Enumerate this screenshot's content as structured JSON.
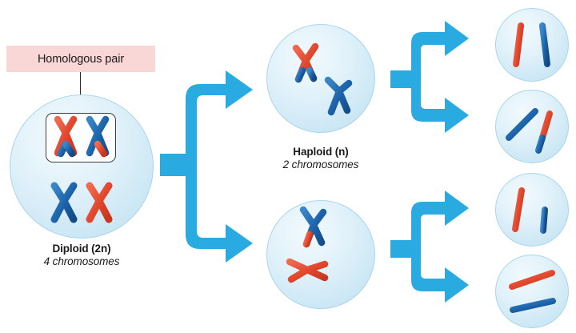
{
  "diagram": {
    "title": "Meiosis: diploid cell producing four haploid gamete cells",
    "colors": {
      "arrow_blue": "#29abe2",
      "chromosome_red": "#e0462c",
      "chromosome_blue": "#1c62a8",
      "cell_fill": "#dff0fa",
      "cell_stroke": "#a9d6ec",
      "tag_background": "#f9d7d7",
      "text": "#1a1a1a",
      "box_stroke": "#3d3d3d"
    }
  },
  "annotations": {
    "homologous_pair_tag": "Homologous pair"
  },
  "cells": [
    {
      "id": "diploid-parent",
      "stage": "parent",
      "label_title": "Diploid (2n)",
      "label_sub": "4 chromosomes",
      "chromosome_count": 4,
      "chromosome_shape": "duplicated-x",
      "chromosomes": [
        {
          "name": "red-recombinant-upper-left",
          "color": "red",
          "tip_color": "blue"
        },
        {
          "name": "blue-recombinant-upper-right",
          "color": "blue",
          "tip_color": "red"
        },
        {
          "name": "blue-lower-left",
          "color": "blue",
          "tip_color": "blue"
        },
        {
          "name": "red-lower-right",
          "color": "red",
          "tip_color": "red"
        }
      ],
      "has_homologous_pair_box": true
    },
    {
      "id": "haploid-upper",
      "stage": "meiosis-i-product",
      "label_title": "Haploid (n)",
      "label_sub": "2 chromosomes",
      "chromosome_count": 2,
      "chromosome_shape": "duplicated-x",
      "chromosomes": [
        {
          "name": "red-recombinant",
          "color": "red",
          "tip_color": "blue"
        },
        {
          "name": "blue",
          "color": "blue",
          "tip_color": "blue"
        }
      ],
      "has_homologous_pair_box": false
    },
    {
      "id": "haploid-lower",
      "stage": "meiosis-i-product",
      "label_title": "",
      "label_sub": "",
      "chromosome_count": 2,
      "chromosome_shape": "duplicated-x",
      "chromosomes": [
        {
          "name": "blue-recombinant",
          "color": "blue",
          "tip_color": "red"
        },
        {
          "name": "red",
          "color": "red",
          "tip_color": "red"
        }
      ],
      "has_homologous_pair_box": false
    },
    {
      "id": "gamete-1",
      "stage": "meiosis-ii-product",
      "label_title": "",
      "label_sub": "",
      "chromosome_count": 2,
      "chromosome_shape": "single-chromatid",
      "chromosomes": [
        {
          "name": "red-chromatid",
          "color": "red",
          "tip_color": "red"
        },
        {
          "name": "blue-chromatid",
          "color": "blue",
          "tip_color": "blue"
        }
      ],
      "has_homologous_pair_box": false
    },
    {
      "id": "gamete-2",
      "stage": "meiosis-ii-product",
      "label_title": "",
      "label_sub": "",
      "chromosome_count": 2,
      "chromosome_shape": "single-chromatid",
      "chromosomes": [
        {
          "name": "blue-chromatid",
          "color": "blue",
          "tip_color": "blue"
        },
        {
          "name": "red-recombinant-chromatid",
          "color": "red",
          "tip_color": "blue"
        }
      ],
      "has_homologous_pair_box": false
    },
    {
      "id": "gamete-3",
      "stage": "meiosis-ii-product",
      "label_title": "",
      "label_sub": "",
      "chromosome_count": 2,
      "chromosome_shape": "single-chromatid",
      "chromosomes": [
        {
          "name": "red-chromatid",
          "color": "red",
          "tip_color": "red"
        },
        {
          "name": "red-recombinant-chromatid",
          "color": "red",
          "tip_color": "blue"
        }
      ],
      "has_homologous_pair_box": false
    },
    {
      "id": "gamete-4",
      "stage": "meiosis-ii-product",
      "label_title": "",
      "label_sub": "",
      "chromosome_count": 2,
      "chromosome_shape": "single-chromatid",
      "chromosomes": [
        {
          "name": "red-chromatid",
          "color": "red",
          "tip_color": "red"
        },
        {
          "name": "blue-chromatid",
          "color": "blue",
          "tip_color": "blue"
        }
      ],
      "has_homologous_pair_box": false
    }
  ],
  "arrows": [
    {
      "id": "split-arrow-1",
      "name": "meiosis-i-split-arrow",
      "branches": 2
    },
    {
      "id": "split-arrow-2",
      "name": "meiosis-ii-split-arrow-upper",
      "branches": 2
    },
    {
      "id": "split-arrow-3",
      "name": "meiosis-ii-split-arrow-lower",
      "branches": 2
    }
  ]
}
